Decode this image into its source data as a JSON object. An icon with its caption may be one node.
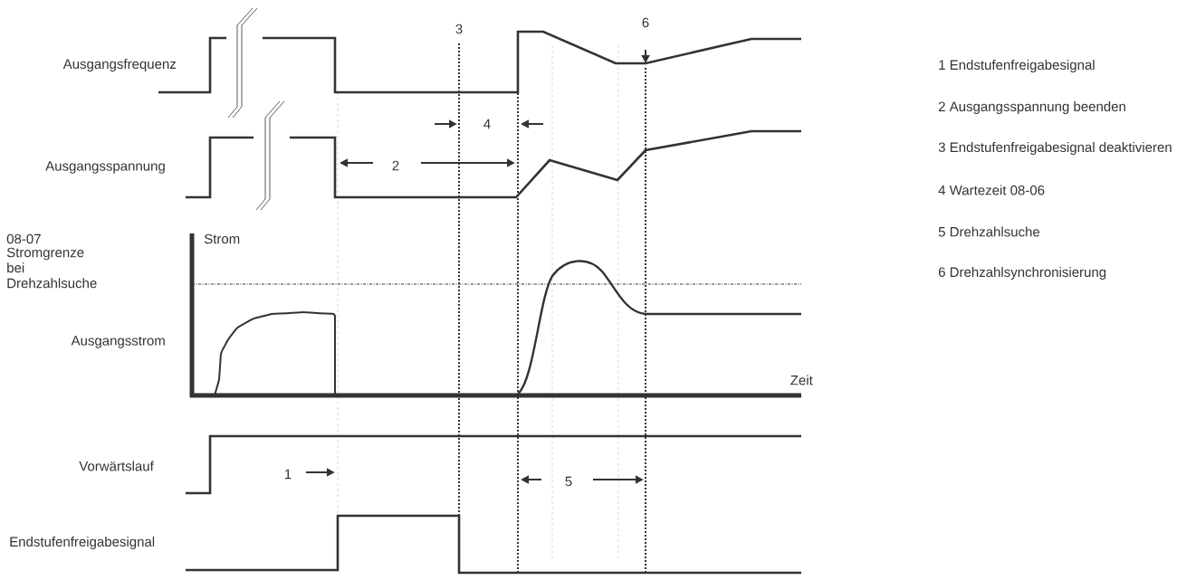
{
  "diagram": {
    "labels": [
      "3",
      "6",
      "Ausgangsfrequenz",
      "1 Endstufenfreigabesignal",
      "2 Ausgangsspannung beenden",
      "4",
      "3 Endstufenfreigabesignal deaktivieren",
      "Ausgangsspannung",
      "2",
      "4 Wartezeit 08-06",
      "08-07",
      "Strom",
      "5 Drehzahlsuche",
      "Stromgrenze bei Drehzahlsuche",
      "6 Drehzahlsynchronisierung",
      "Ausgangsstrom",
      "Zeit",
      "Vorwärtslauf",
      "5",
      "1",
      "Endstufenfreigabesignal"
    ]
  }
}
